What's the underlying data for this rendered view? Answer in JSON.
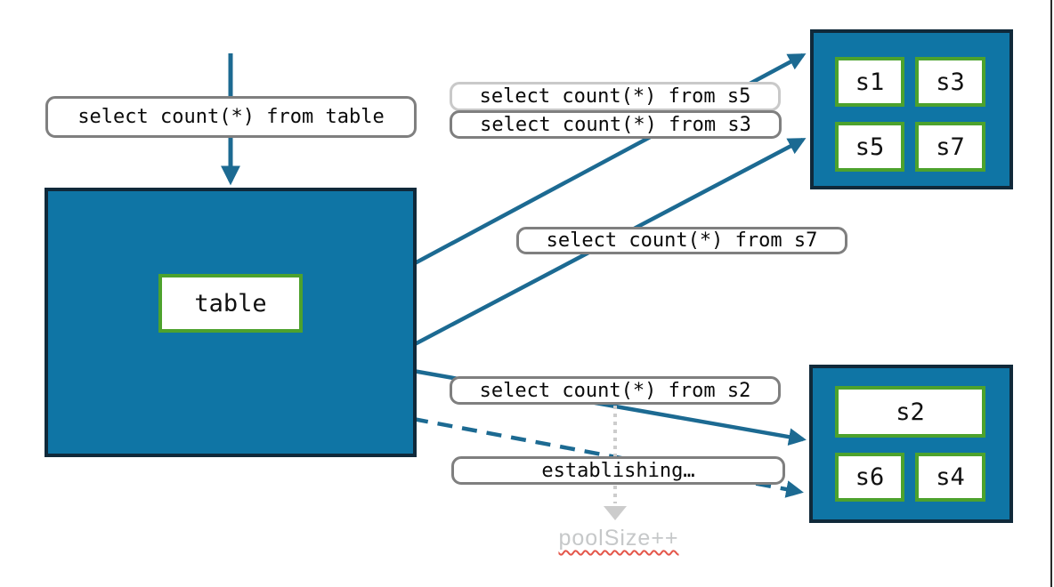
{
  "labels": {
    "query_table": "select count(*) from table",
    "query_s5": "select count(*) from s5",
    "query_s3": "select count(*) from s3",
    "query_s7": "select count(*) from s7",
    "query_s2": "select count(*) from s2",
    "establishing": "establishing…",
    "pool_size": "poolSize++"
  },
  "nodes": {
    "table": {
      "label": "table"
    },
    "group_top": {
      "shards": [
        "s1",
        "s3",
        "s5",
        "s7"
      ]
    },
    "group_bottom": {
      "shards": [
        "s2",
        "s6",
        "s4"
      ]
    }
  },
  "colors": {
    "node_fill": "#0f75a5",
    "node_border": "#10293a",
    "shard_border": "#4da22d",
    "arrow": "#1c6a92",
    "label_border": "#7f7f7f",
    "label_border_light": "#c9c9c9",
    "muted_text": "#c6c8c9",
    "dotted": "#cccccc",
    "squiggle": "#e4564a"
  }
}
